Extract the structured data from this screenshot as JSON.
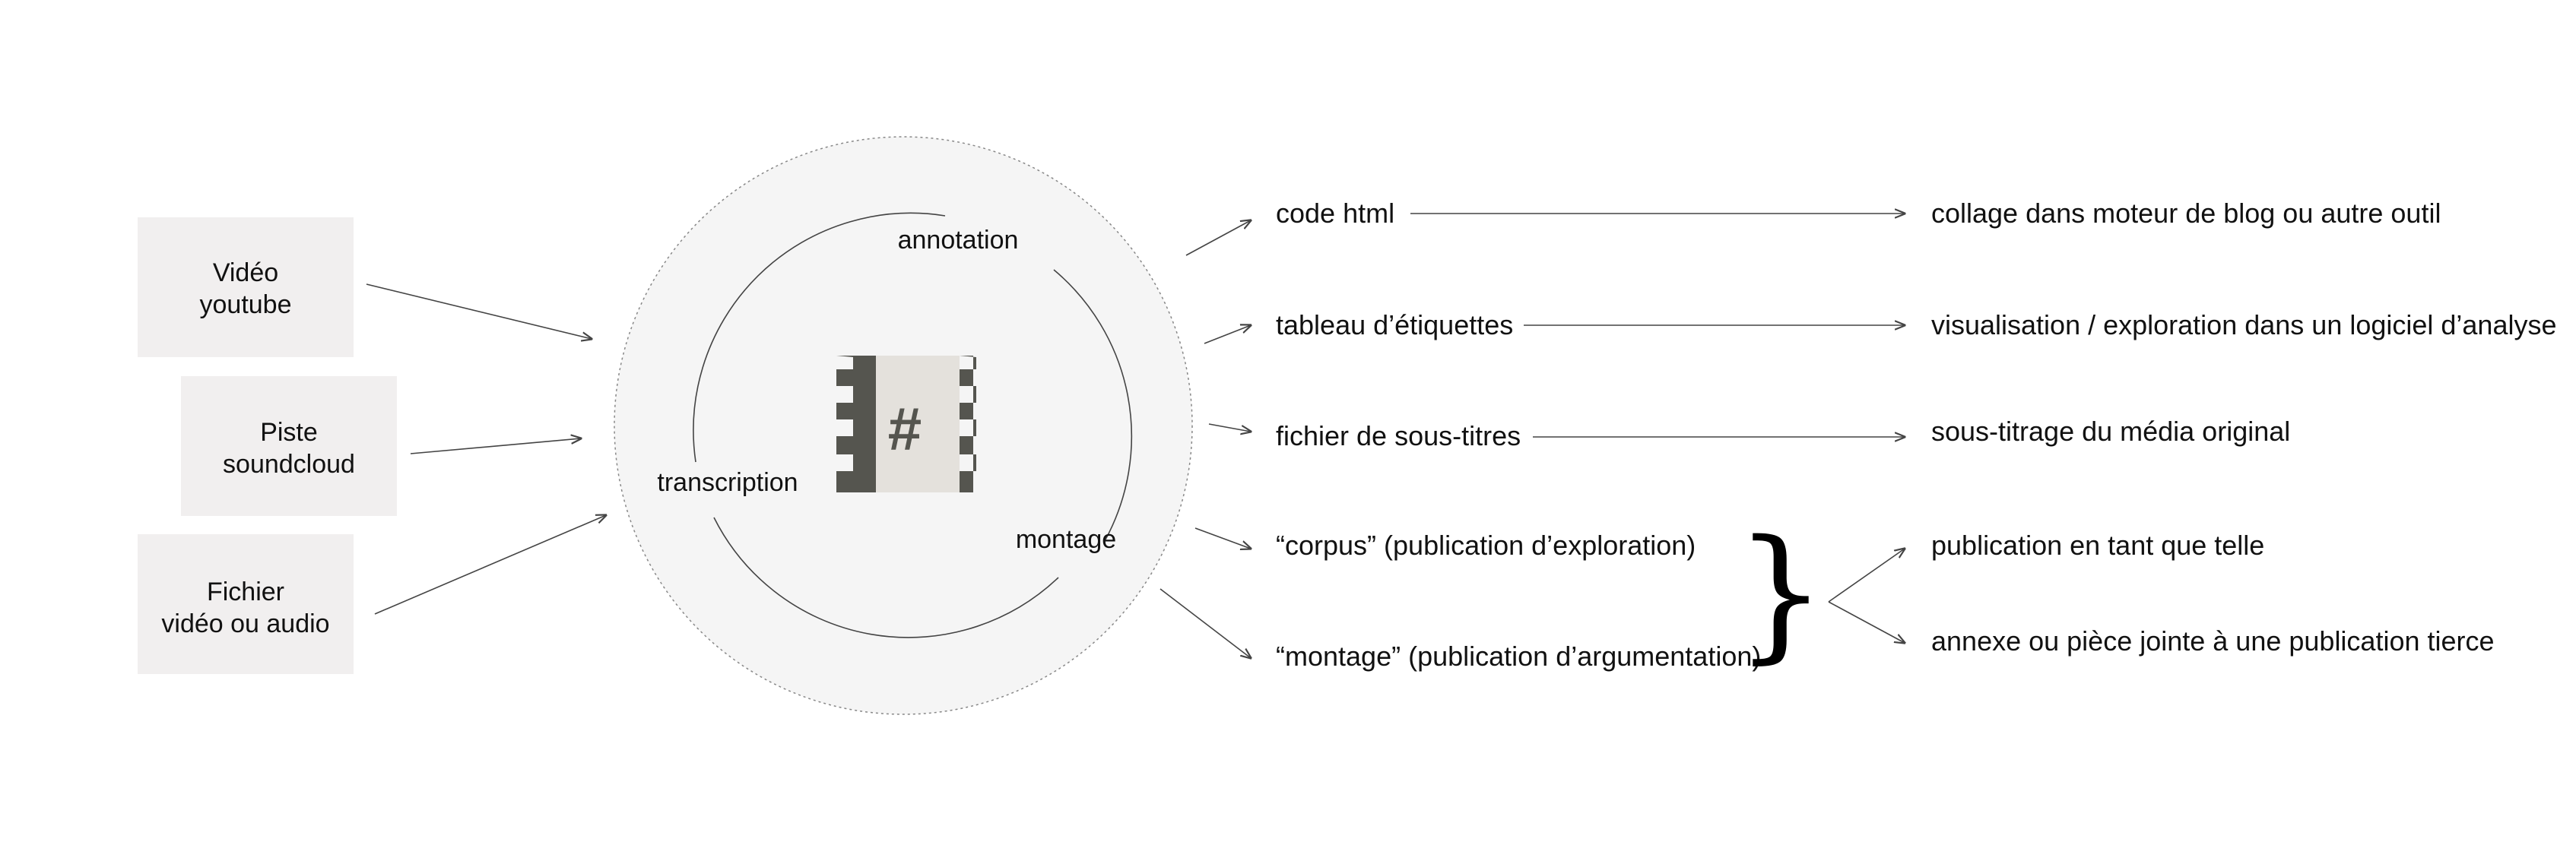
{
  "inputs": [
    {
      "line1": "Vidéo",
      "line2": "youtube"
    },
    {
      "line1": "Piste",
      "line2": "soundcloud"
    },
    {
      "line1": "Fichier",
      "line2": "vidéo ou audio"
    }
  ],
  "center": {
    "ring_labels": {
      "annotation": "annotation",
      "transcription": "transcription",
      "montage": "montage"
    },
    "logo_icon": "hashtag-film-icon",
    "logo_glyph": "#"
  },
  "outputs": [
    {
      "label": "code html",
      "result": "collage dans moteur de blog ou autre outil"
    },
    {
      "label": "tableau d’étiquettes",
      "result": "visualisation / exploration dans un logiciel d’analyse"
    },
    {
      "label": "fichier de sous-titres",
      "result": "sous-titrage du média original"
    },
    {
      "label": "“corpus” (publication d’exploration)"
    },
    {
      "label": "“montage” (publication d’argumentation)"
    }
  ],
  "publication_results": [
    "publication en tant que telle",
    "annexe ou pièce jointe à une publication tierce"
  ],
  "brace_glyph": "}",
  "colors": {
    "box_fill": "#f1efef",
    "circle_fill": "#f5f5f5",
    "logo_dark": "#55554f",
    "logo_light": "#e4e1dc"
  }
}
